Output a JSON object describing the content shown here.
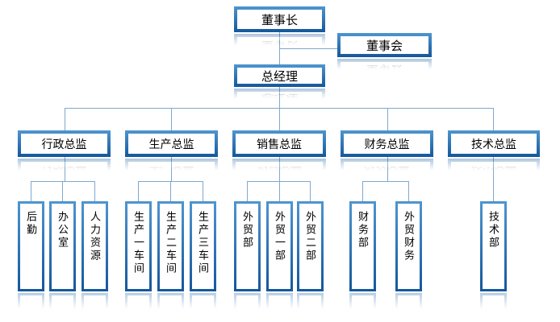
{
  "diagram_type": "org-chart",
  "org": {
    "chairman": {
      "label": "董事长"
    },
    "board": {
      "label": "董事会"
    },
    "general_manager": {
      "label": "总经理"
    },
    "directors": [
      {
        "label": "行政总监",
        "children": [
          {
            "label": "后勤"
          },
          {
            "label": "办公室"
          },
          {
            "label": "人力资源"
          }
        ]
      },
      {
        "label": "生产总监",
        "children": [
          {
            "label": "生产一车间"
          },
          {
            "label": "生产二车间"
          },
          {
            "label": "生产三车间"
          }
        ]
      },
      {
        "label": "销售总监",
        "children": [
          {
            "label": "外贸部"
          },
          {
            "label": "外贸一部"
          },
          {
            "label": "外贸二部"
          }
        ]
      },
      {
        "label": "财务总监",
        "children": [
          {
            "label": "财务部"
          },
          {
            "label": "外贸财务"
          }
        ]
      },
      {
        "label": "技术总监",
        "children": [
          {
            "label": "技术部"
          }
        ]
      }
    ]
  },
  "colors": {
    "box_border_top": "#4e95cf",
    "box_border_bottom": "#14579c",
    "box_fill": "#ffffff",
    "connector": "#7fa8ce",
    "text": "#000000"
  }
}
